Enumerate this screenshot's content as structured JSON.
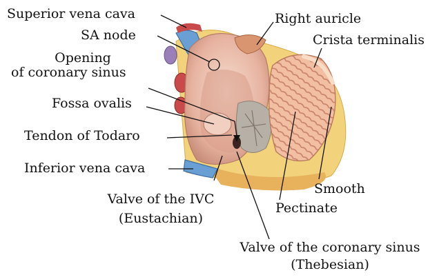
{
  "labels": {
    "superior_vena_cava": "Superior vena cava",
    "sa_node": "SA node",
    "opening_coronary_sinus_1": "Opening",
    "opening_coronary_sinus_2": "of coronary sinus",
    "fossa_ovalis": "Fossa ovalis",
    "tendon_of_todaro": "Tendon of Todaro",
    "inferior_vena_cava": "Inferior vena cava",
    "valve_ivc_1": "Valve of the IVC",
    "valve_ivc_2": "(Eustachian)",
    "right_auricle": "Right auricle",
    "crista_terminalis": "Crista terminalis",
    "smooth": "Smooth",
    "pectinate": "Pectinate",
    "valve_cs_1": "Valve of the coronary sinus",
    "valve_cs_2": "(Thebesian)"
  },
  "colors": {
    "myocardium": "#e9b9a6",
    "crista": "#f3c3a6",
    "fat": "#f2d27a",
    "vein_blue": "#6a9fd4",
    "artery_red": "#c94a4a",
    "vessel_purple": "#9a7fb8",
    "leader": "#111111"
  }
}
